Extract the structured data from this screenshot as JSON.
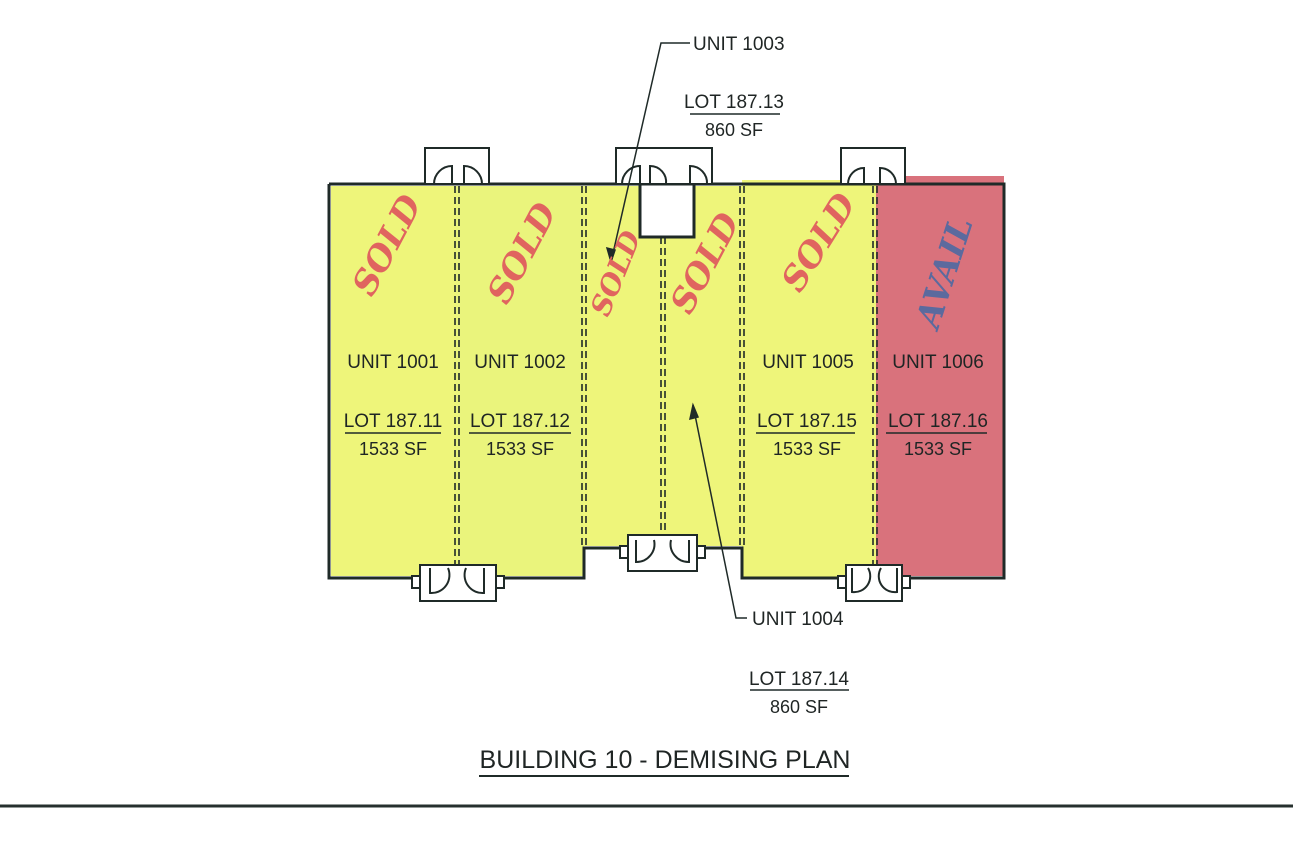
{
  "drawing": {
    "title": "BUILDING 10 - DEMISING PLAN",
    "colors": {
      "sold_fill": "#eef57a",
      "available_fill": "#d9727c",
      "sold_mark": "#e0645f",
      "available_mark": "#5b6a9e",
      "line": "#1f2a28"
    }
  },
  "units": [
    {
      "unit": "UNIT 1001",
      "lot": "LOT 187.11",
      "area": "1533 SF",
      "status": "SOLD"
    },
    {
      "unit": "UNIT 1002",
      "lot": "LOT 187.12",
      "area": "1533 SF",
      "status": "SOLD"
    },
    {
      "unit": "UNIT 1003",
      "lot": "LOT 187.13",
      "area": "860 SF",
      "status": "SOLD"
    },
    {
      "unit": "UNIT 1004",
      "lot": "LOT 187.14",
      "area": "860 SF",
      "status": "SOLD"
    },
    {
      "unit": "UNIT 1005",
      "lot": "LOT 187.15",
      "area": "1533 SF",
      "status": "SOLD"
    },
    {
      "unit": "UNIT 1006",
      "lot": "LOT 187.16",
      "area": "1533 SF",
      "status": "AVAIL"
    }
  ]
}
